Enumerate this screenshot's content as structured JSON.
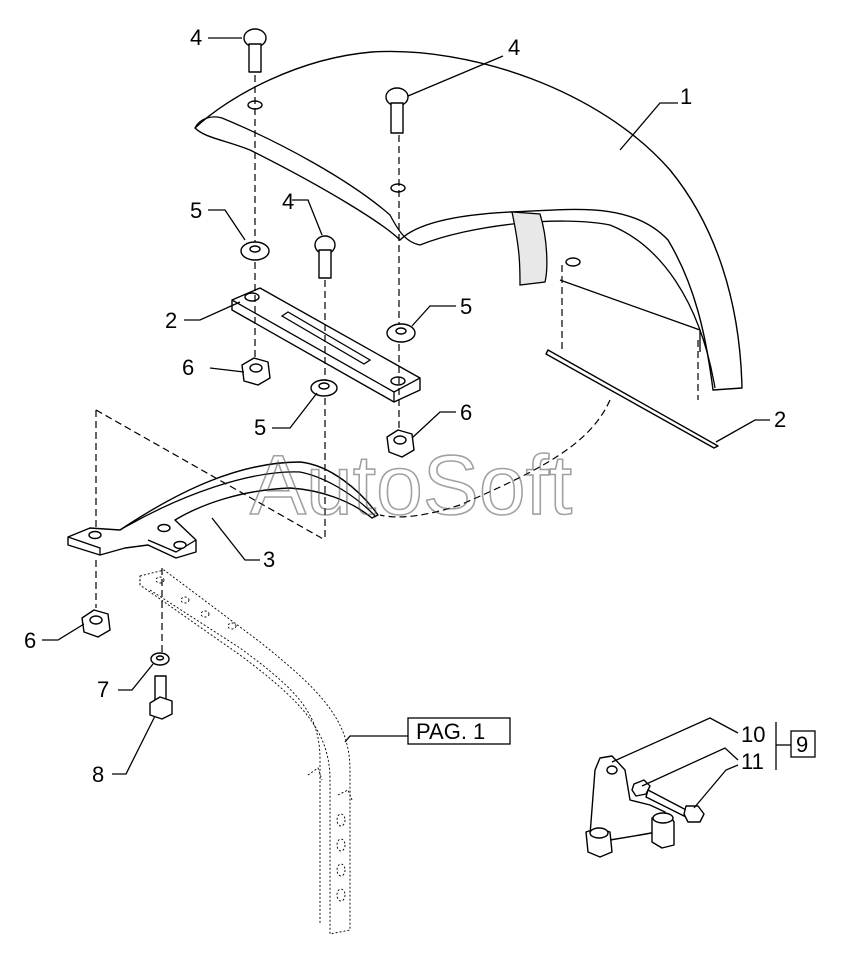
{
  "callouts": {
    "c4a": "4",
    "c4b": "4",
    "c4c": "4",
    "c1": "1",
    "c2a": "2",
    "c2b": "2",
    "c3": "3",
    "c5a": "5",
    "c5b": "5",
    "c5c": "5",
    "c6a": "6",
    "c6b": "6",
    "c6c": "6",
    "c7": "7",
    "c8": "8",
    "c9": "9",
    "c10": "10",
    "c11": "11"
  },
  "page_ref": "PAG. 1",
  "watermark": "AutoSoft"
}
